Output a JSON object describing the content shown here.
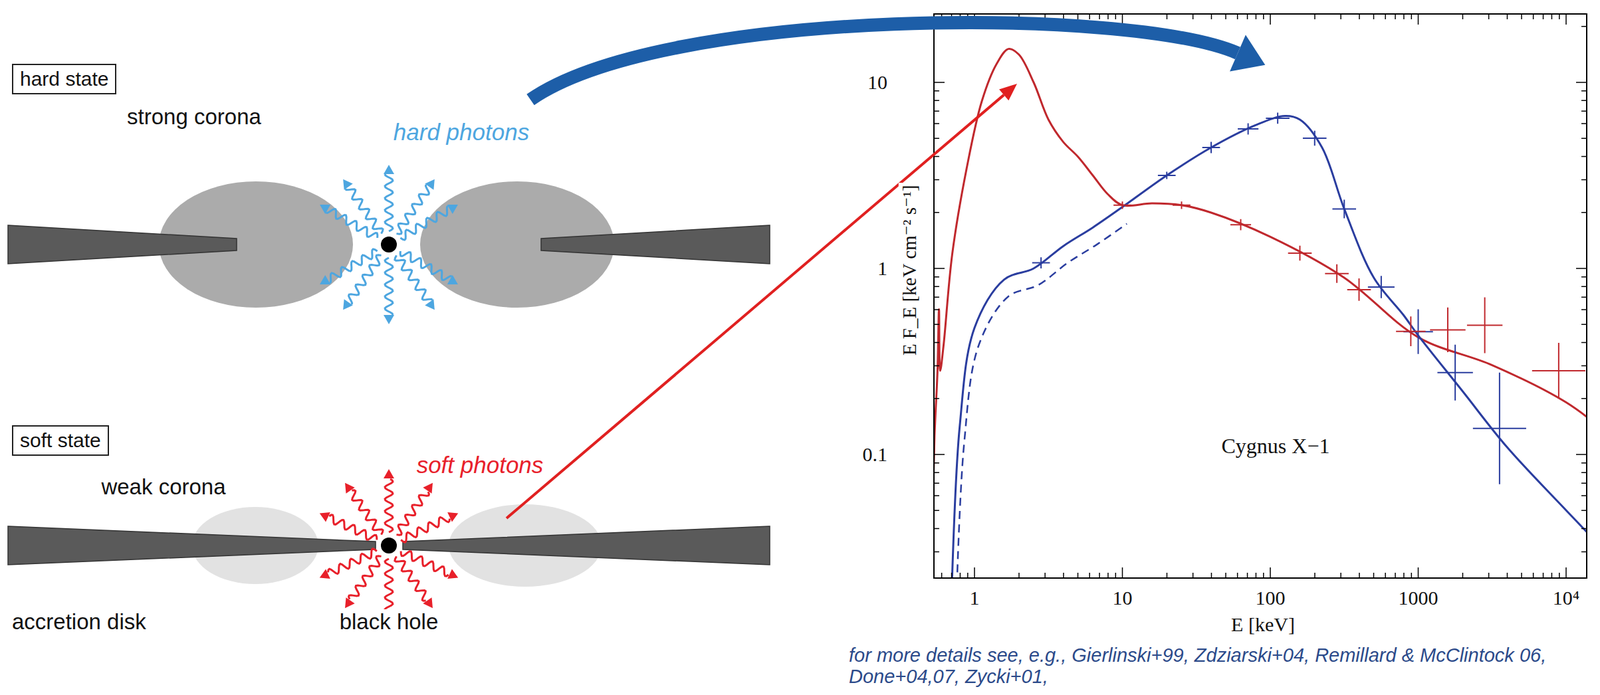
{
  "diagram": {
    "nodes": [
      {
        "text": [
          "hard state"
        ]
      },
      {
        "text": [
          "soft state"
        ]
      }
    ],
    "labels": [
      "strong corona",
      "hard photons",
      "weak corona",
      "soft photons",
      "accretion disk",
      "black hole",
      "10",
      "1",
      "0.1",
      "1",
      "10",
      "100",
      "1000",
      "10⁴",
      "E F_E [keV cm⁻² s⁻¹]",
      "E [keV]",
      "Cygnus X−1",
      "for more details see, e.g., Gierlinski+99, Zdziarski+04, Remillard & McClintock 06, Done+04,07, Zycki+01,"
    ]
  }
}
